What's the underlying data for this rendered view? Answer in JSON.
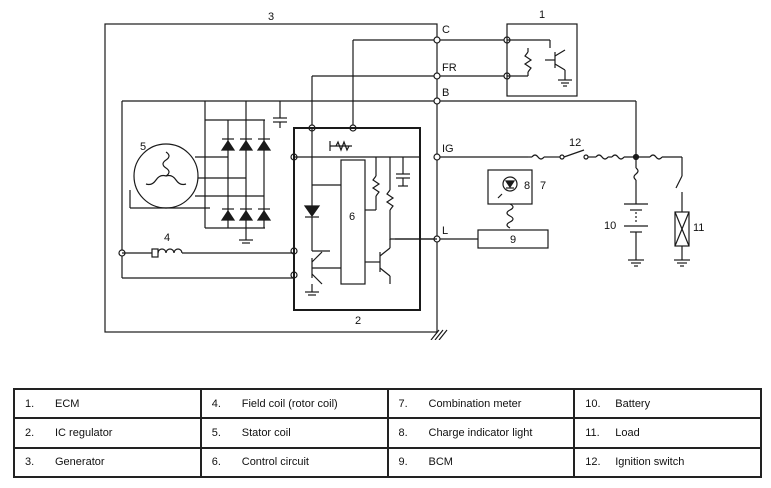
{
  "diagram": {
    "components": {
      "ecm": "1",
      "ic_regulator": "2",
      "generator": "3",
      "field_coil": "4",
      "stator_coil": "5",
      "control_circuit": "6",
      "combination_meter": "7",
      "charge_indicator_light": "8",
      "bcm": "9",
      "battery": "10",
      "load": "11",
      "ignition_switch": "12"
    },
    "terminals": {
      "c": "C",
      "fr": "FR",
      "b": "B",
      "ig": "IG",
      "l": "L"
    }
  },
  "legend": [
    [
      {
        "num": "1.",
        "label": "ECM"
      },
      {
        "num": "4.",
        "label": "Field coil (rotor coil)"
      },
      {
        "num": "7.",
        "label": "Combination meter"
      },
      {
        "num": "10.",
        "label": "Battery"
      }
    ],
    [
      {
        "num": "2.",
        "label": "IC regulator"
      },
      {
        "num": "5.",
        "label": "Stator coil"
      },
      {
        "num": "8.",
        "label": "Charge indicator light"
      },
      {
        "num": "11.",
        "label": "Load"
      }
    ],
    [
      {
        "num": "3.",
        "label": "Generator"
      },
      {
        "num": "6.",
        "label": "Control circuit"
      },
      {
        "num": "9.",
        "label": "BCM"
      },
      {
        "num": "12.",
        "label": "Ignition switch"
      }
    ]
  ]
}
